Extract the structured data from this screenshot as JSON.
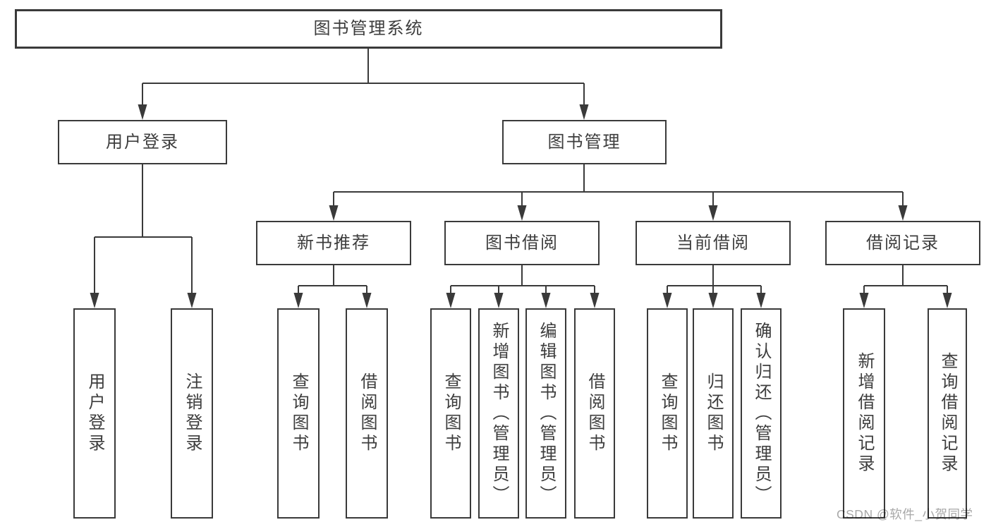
{
  "diagram": {
    "root": {
      "label": "图书管理系统",
      "children": [
        {
          "label": "用户登录",
          "children": [
            {
              "label": "用户登录"
            },
            {
              "label": "注销登录"
            }
          ]
        },
        {
          "label": "图书管理",
          "children": [
            {
              "label": "新书推荐",
              "children": [
                {
                  "label": "查询图书"
                },
                {
                  "label": "借阅图书"
                }
              ]
            },
            {
              "label": "图书借阅",
              "children": [
                {
                  "label": "查询图书"
                },
                {
                  "label": "新增图书（管理员）"
                },
                {
                  "label": "编辑图书（管理员）"
                },
                {
                  "label": "借阅图书"
                }
              ]
            },
            {
              "label": "当前借阅",
              "children": [
                {
                  "label": "查询图书"
                },
                {
                  "label": "归还图书"
                },
                {
                  "label": "确认归还（管理员）"
                }
              ]
            },
            {
              "label": "借阅记录",
              "children": [
                {
                  "label": "新增借阅记录"
                },
                {
                  "label": "查询借阅记录"
                }
              ]
            }
          ]
        }
      ]
    },
    "watermark": "CSDN @软件_小贺同学",
    "colors": {
      "line": "#3a3a3a",
      "box_border": "#3a3a3a",
      "text": "#3d3d3d",
      "watermark": "#a8a8a8",
      "background": "#ffffff"
    }
  }
}
